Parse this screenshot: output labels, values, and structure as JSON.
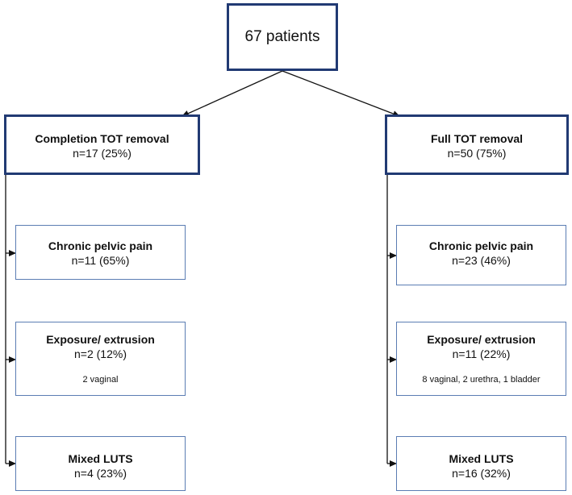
{
  "root": {
    "title": "67 patients"
  },
  "left": {
    "title": "Completion TOT removal",
    "count": "n=17 (25%)",
    "children": [
      {
        "title": "Chronic pelvic pain",
        "count": "n=11 (65%)"
      },
      {
        "title": "Exposure/ extrusion",
        "count": "n=2 (12%)",
        "note": "2 vaginal"
      },
      {
        "title": "Mixed LUTS",
        "count": "n=4 (23%)"
      }
    ]
  },
  "right": {
    "title": "Full TOT removal",
    "count": "n=50 (75%)",
    "children": [
      {
        "title": "Chronic pelvic pain",
        "count": "n=23 (46%)"
      },
      {
        "title": "Exposure/ extrusion",
        "count": "n=11 (22%)",
        "note": "8 vaginal, 2 urethra, 1 bladder"
      },
      {
        "title": "Mixed LUTS",
        "count": "n=16 (32%)"
      }
    ]
  },
  "colors": {
    "thick_border": "#213a73",
    "thin_border": "#5b7db3",
    "line": "#111111"
  }
}
